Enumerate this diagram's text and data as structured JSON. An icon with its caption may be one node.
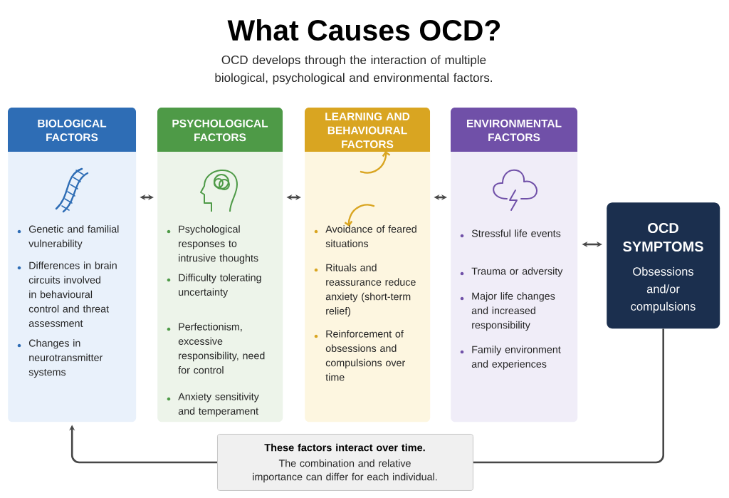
{
  "diagram": {
    "title": "What Causes OCD?",
    "caption": "OCD develops through the interaction of multiple biological, psychological and environmental factors.",
    "nodes": [
      {
        "text": [
          "BIOLOGICAL FACTORS",
          "Genetic and familial vulnerability",
          "Differences in brain circuits involved in behavioural control and threat assessment",
          "Changes in neurotransmitter systems"
        ]
      },
      {
        "text": [
          "PSYCHOLOGICAL FACTORS",
          "Psychological responses to intrusive thoughts",
          "Difficulty tolerating uncertainty",
          "Perfectionism, excessive responsibility, need for control",
          "Anxiety sensitivity and temperament"
        ]
      },
      {
        "text": [
          "LEARNING AND BEHAVIOURAL FACTORS",
          "Avoidance of feared situations",
          "Rituals and reassurance reduce anxiety (short-term relief)",
          "Reinforcement of obsessions and compulsions over time"
        ]
      },
      {
        "text": [
          "ENVIRONMENTAL FACTORS",
          "Stressful life events",
          "Trauma or adversity",
          "Major life changes and increased responsibility",
          "Family environment and experiences"
        ]
      },
      {
        "text": [
          "OCD SYMPTOMS",
          "Obsessions and/or compulsions"
        ]
      },
      {
        "text": [
          "These factors interact over time.",
          "The combination and relative importance can differ for each individual."
        ]
      }
    ],
    "edges": [
      {
        "from": 0,
        "to": 1,
        "arrow": "both"
      },
      {
        "from": 1,
        "to": 2,
        "arrow": "both"
      },
      {
        "from": 2,
        "to": 3,
        "arrow": "both"
      },
      {
        "from": 3,
        "to": 4,
        "arrow": "both"
      },
      {
        "from": 4,
        "to": 5,
        "arrow": "none"
      },
      {
        "from": 5,
        "to": 0,
        "arrow": "to"
      }
    ]
  }
}
